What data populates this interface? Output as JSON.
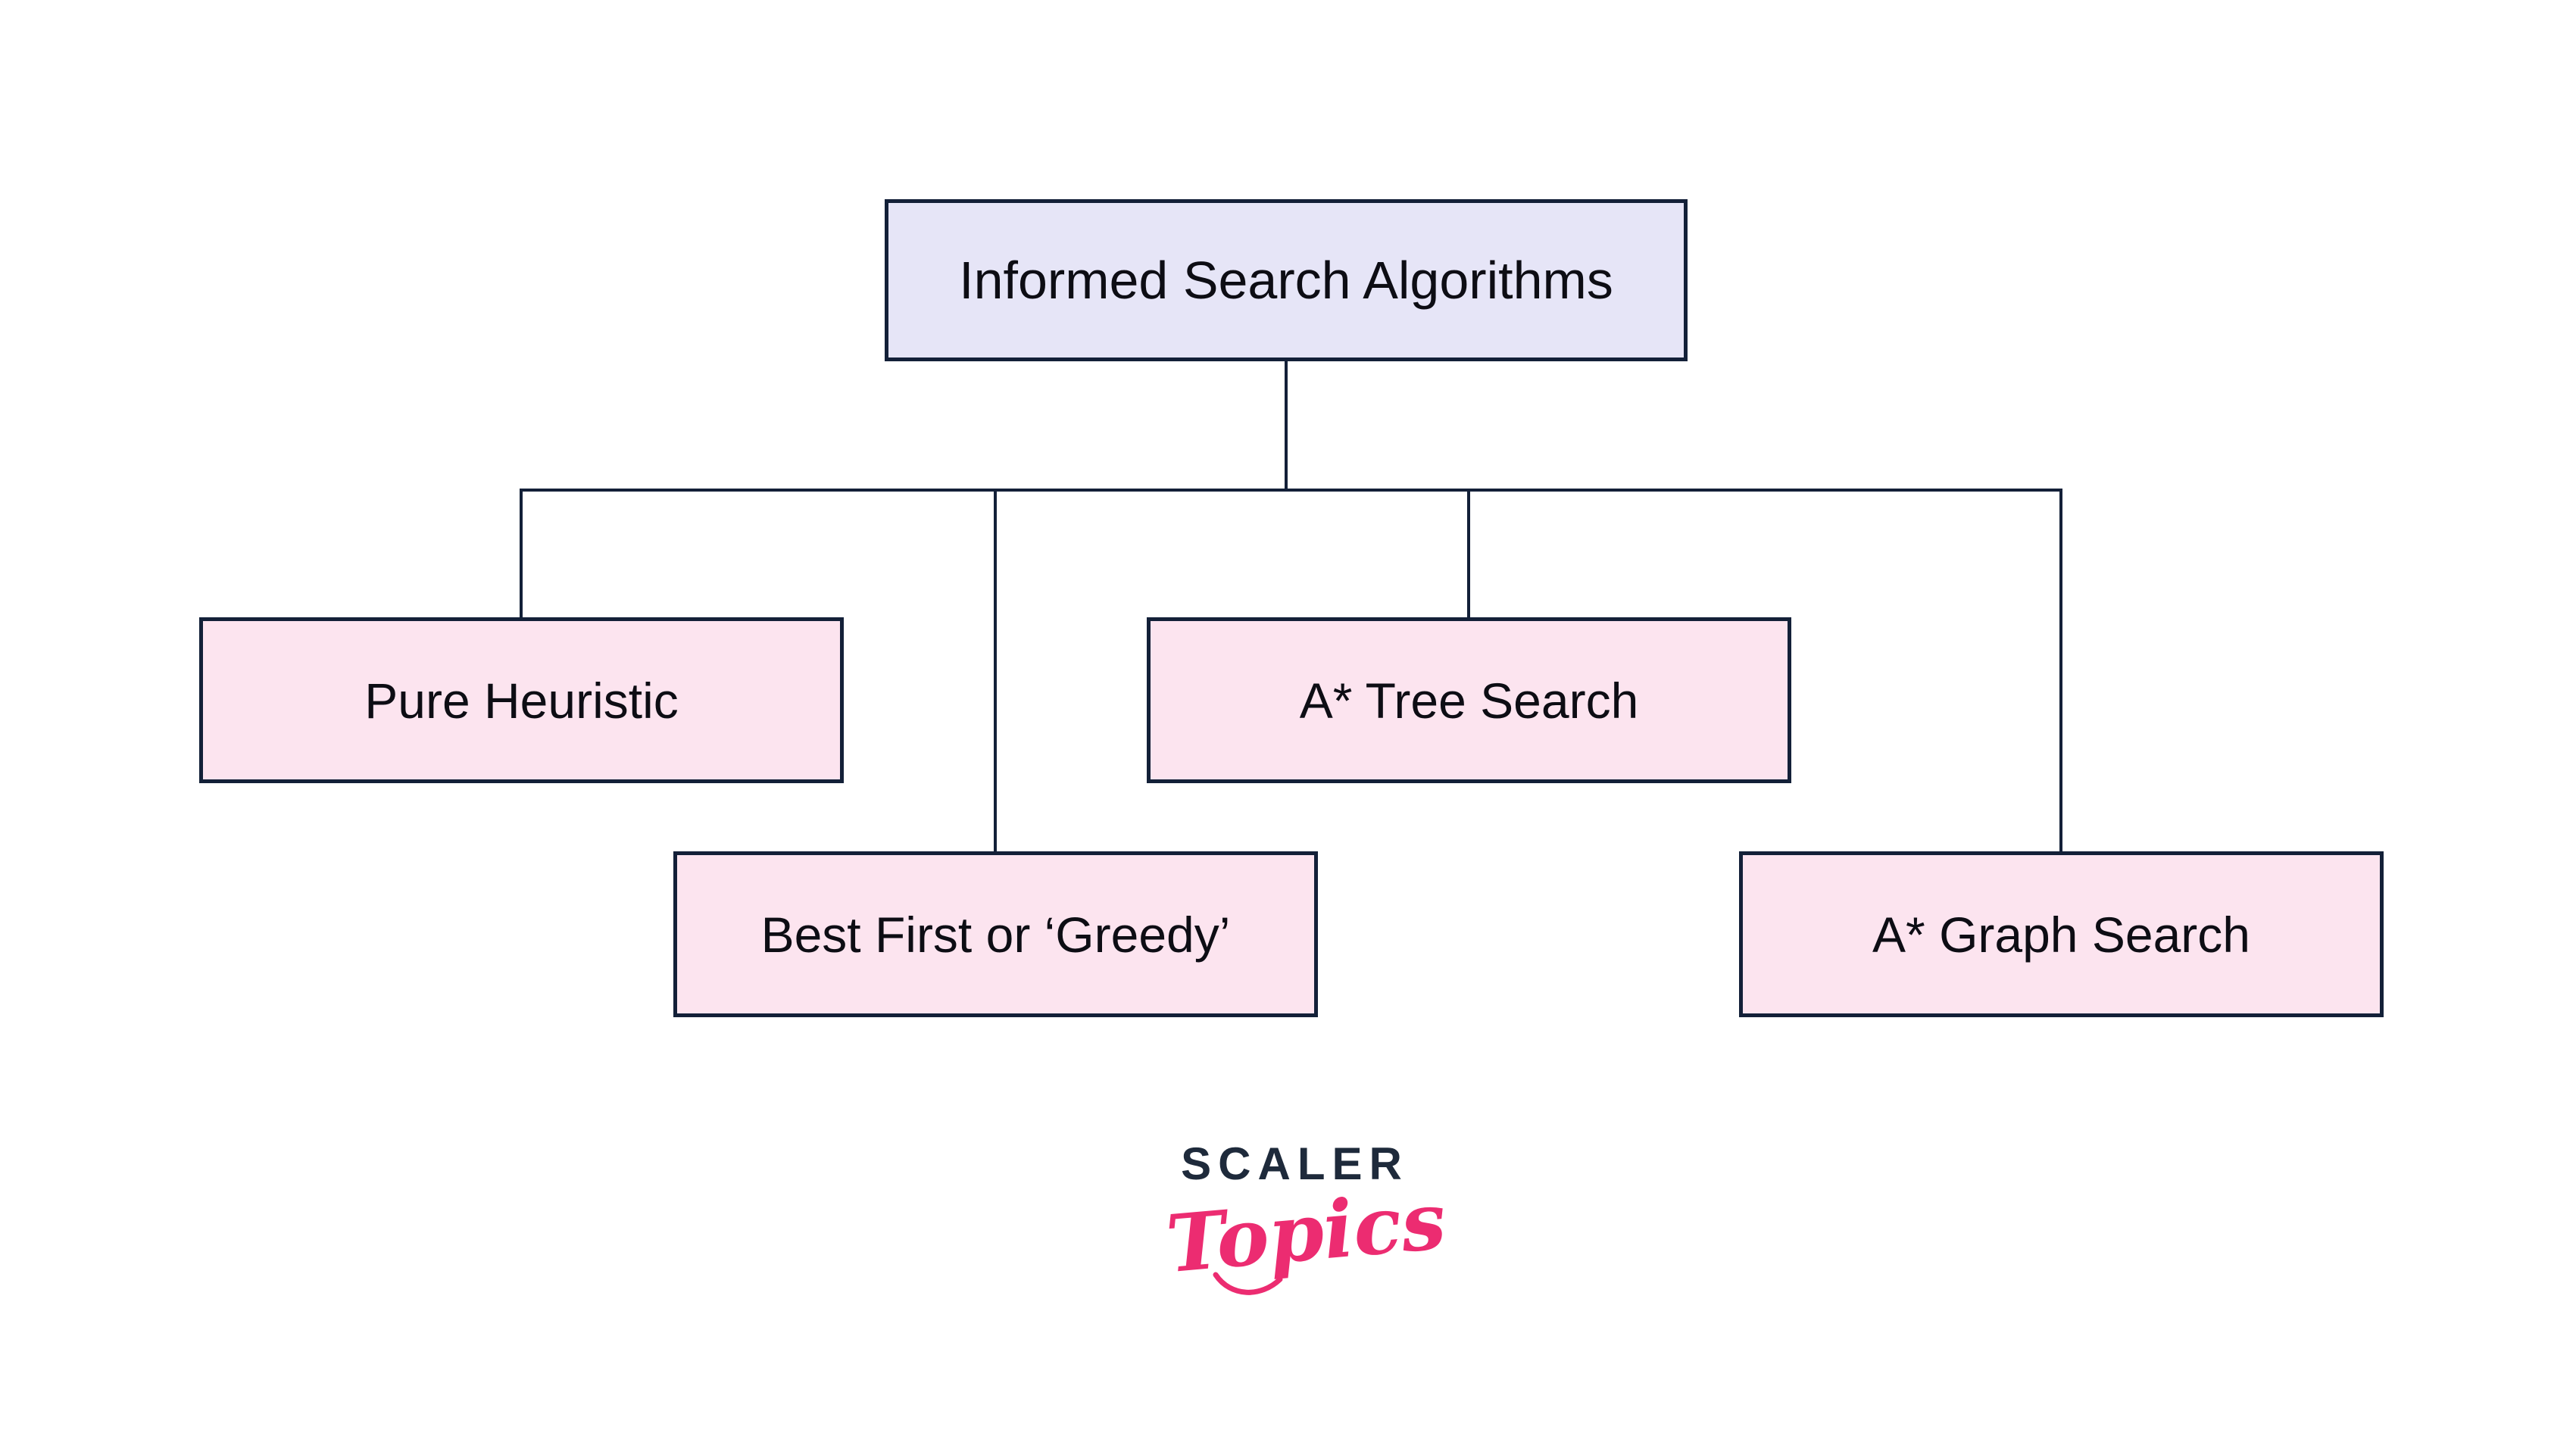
{
  "diagram": {
    "type": "tree",
    "root": {
      "id": "root",
      "label": "Informed Search Algorithms"
    },
    "children": [
      {
        "id": "pure",
        "label": "Pure Heuristic"
      },
      {
        "id": "best",
        "label": "Best First or ‘Greedy’"
      },
      {
        "id": "atree",
        "label": "A* Tree Search"
      },
      {
        "id": "agraph",
        "label": "A* Graph Search"
      }
    ],
    "edges": [
      [
        "Informed Search Algorithms",
        "Pure Heuristic"
      ],
      [
        "Informed Search Algorithms",
        "Best First or ‘Greedy’"
      ],
      [
        "Informed Search Algorithms",
        "A* Tree Search"
      ],
      [
        "Informed Search Algorithms",
        "A* Graph Search"
      ]
    ],
    "colors": {
      "root_fill": "#e6e5f7",
      "child_fill": "#fce4ef",
      "border": "#132038",
      "line": "#132038",
      "text": "#0d0d14",
      "background": "#ffffff"
    }
  },
  "logo": {
    "brand": "SCALER",
    "product": "Topics",
    "brand_color": "#1e2a3b",
    "product_color": "#ec2c71"
  }
}
